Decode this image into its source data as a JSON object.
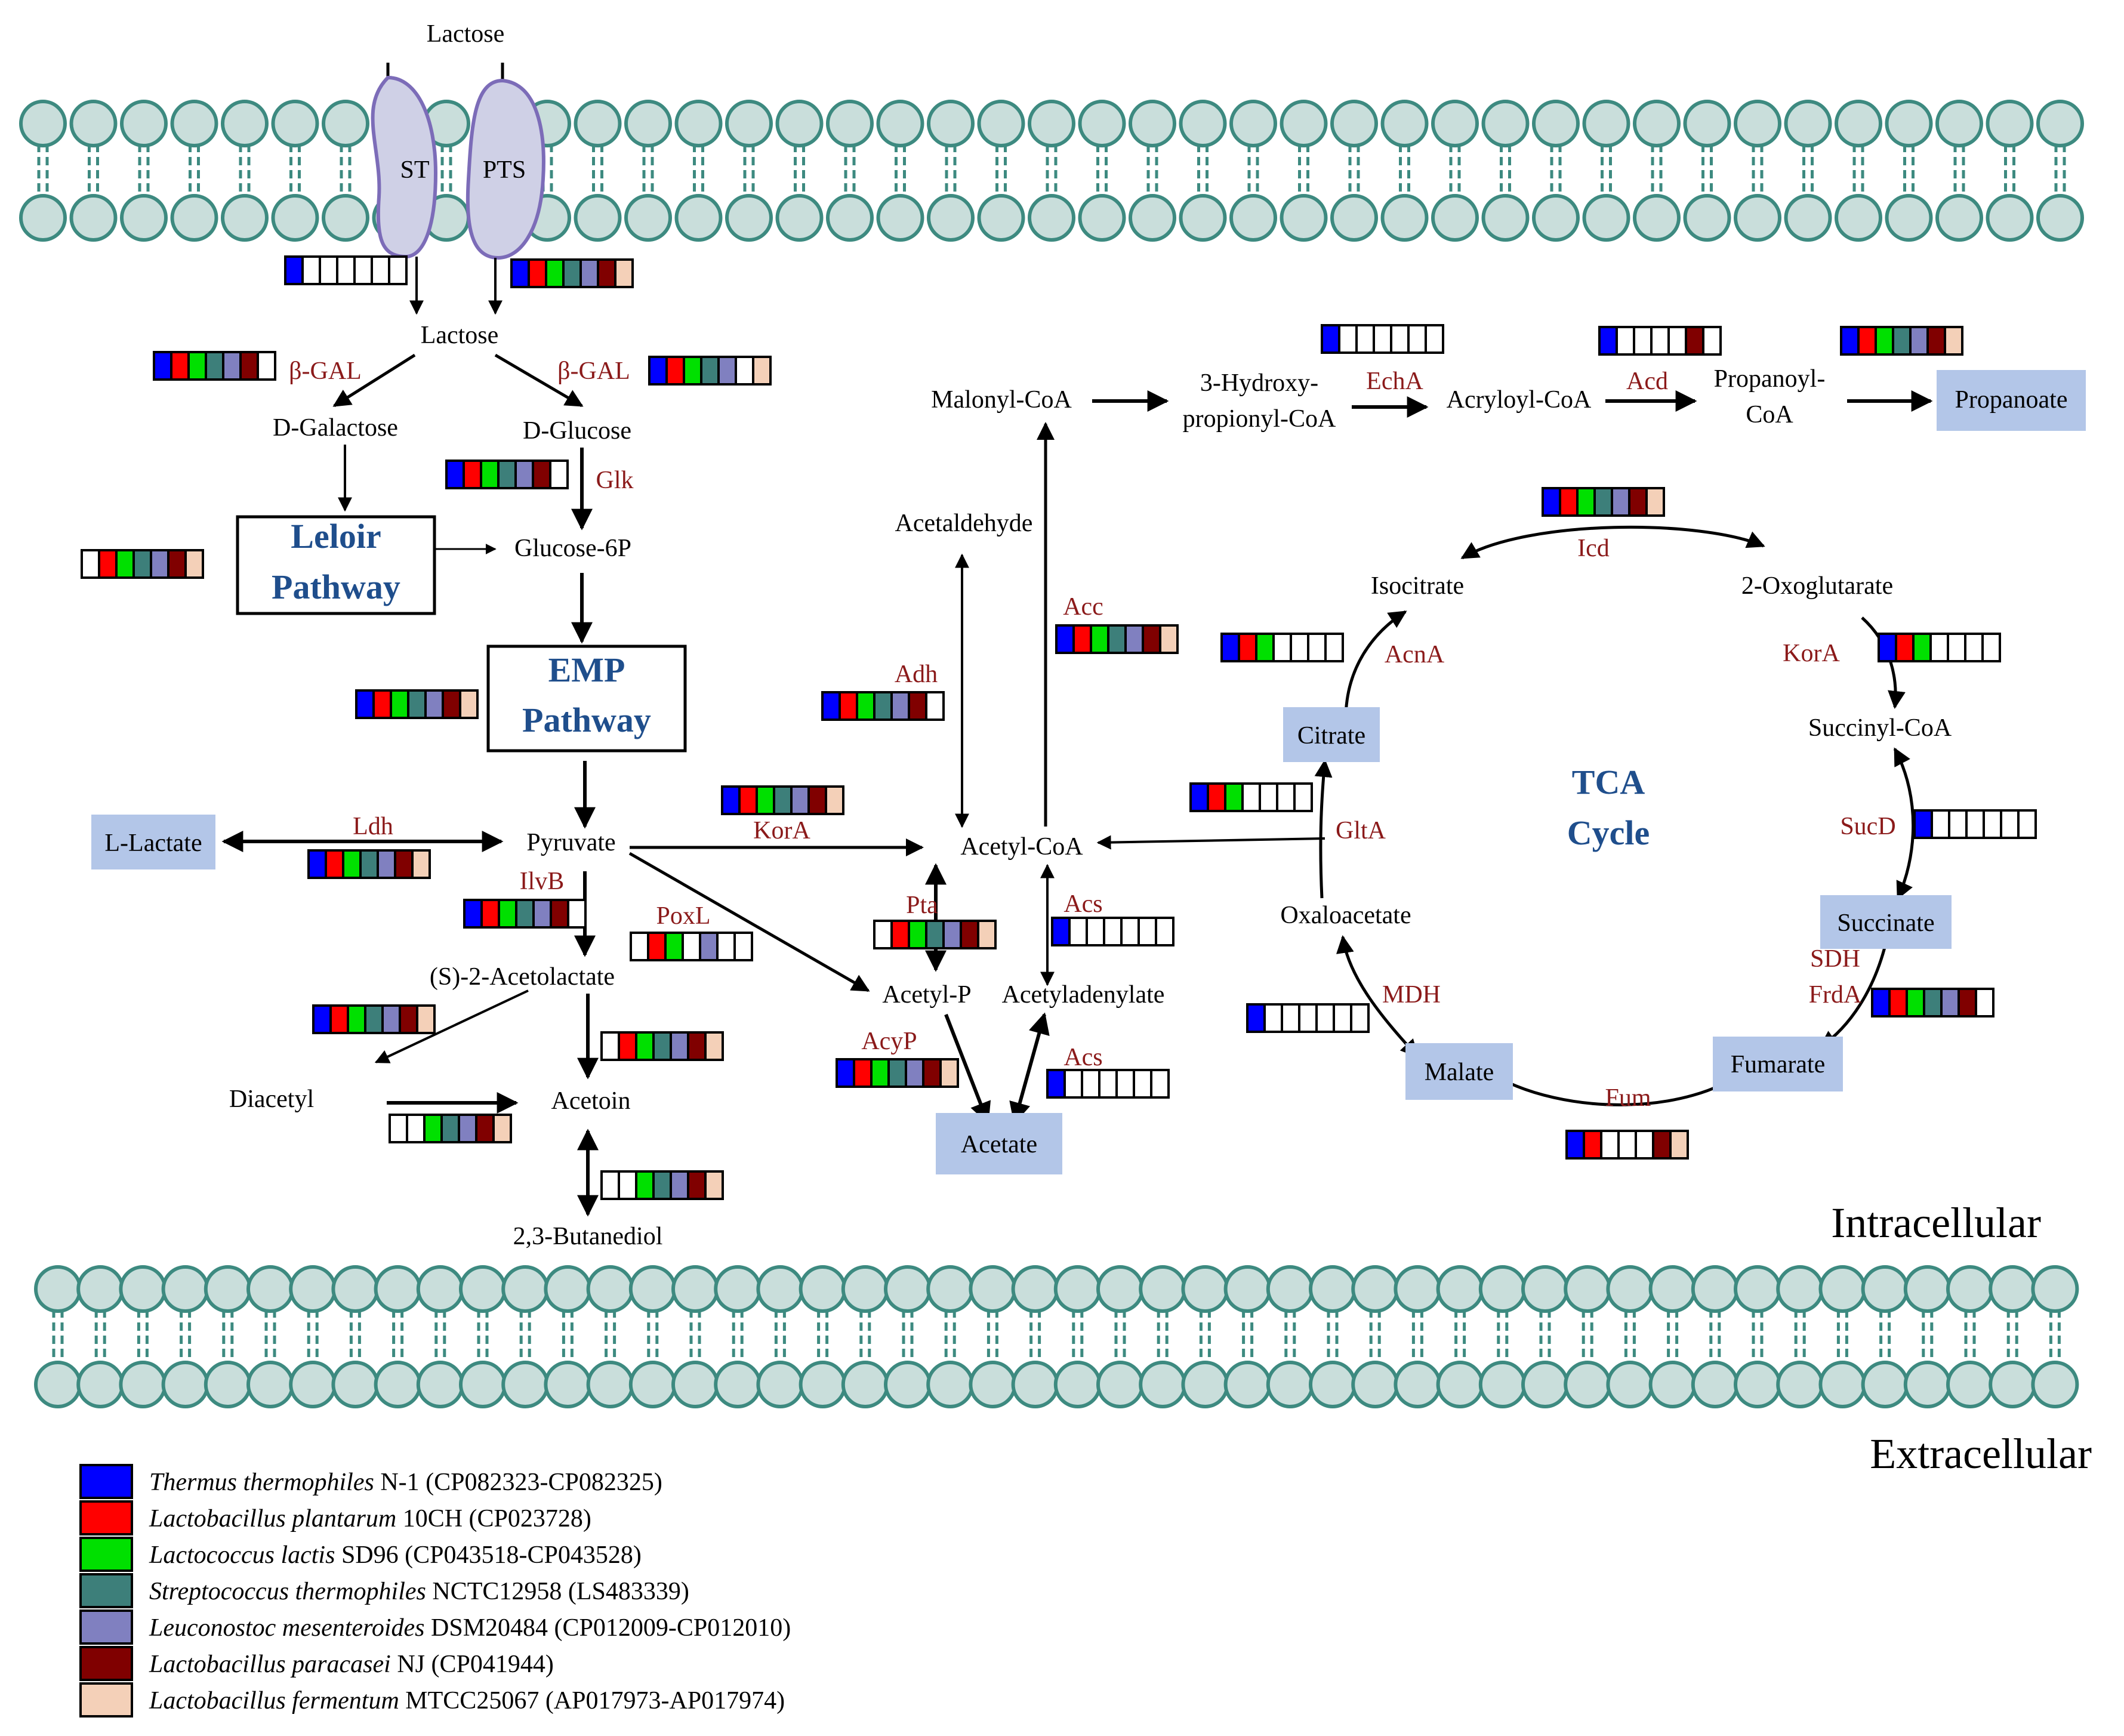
{
  "colors": {
    "membrane_fill": "#c9dedb",
    "membrane_stroke": "#3d8a80",
    "transporter_fill": "#cfd0e6",
    "transporter_stroke": "#7c6cb8",
    "enzyme_text": "#8b1a1a",
    "pathway_text": "#1f4e8c",
    "product_box": "#b3c6e8"
  },
  "species": [
    {
      "color": "#0000ff",
      "name": "Thermus thermophiles",
      "rest": " N-1  (CP082323-CP082325)"
    },
    {
      "color": "#ff0000",
      "name": "Lactobacillus plantarum",
      "rest": " 10CH (CP023728)"
    },
    {
      "color": "#00e000",
      "name": "Lactococcus lactis",
      "rest": " SD96 (CP043518-CP043528)"
    },
    {
      "color": "#3d7f7a",
      "name": "Streptococcus thermophiles",
      "rest": " NCTC12958 (LS483339)"
    },
    {
      "color": "#8080c0",
      "name": "Leuconostoc mesenteroides",
      "rest": " DSM20484 (CP012009-CP012010)"
    },
    {
      "color": "#800000",
      "name": "Lactobacillus paracasei",
      "rest": " NJ (CP041944)"
    },
    {
      "color": "#f4d0b8",
      "name": "Lactobacillus fermentum",
      "rest": " MTCC25067 (AP017973-AP017974)"
    }
  ],
  "zones": {
    "intracellular": "Intracellular",
    "extracellular": "Extracellular"
  },
  "transporters": {
    "st": "ST",
    "pts": "PTS"
  },
  "pathways": {
    "leloir": [
      "Leloir",
      "Pathway"
    ],
    "emp": [
      "EMP",
      "Pathway"
    ],
    "tca": [
      "TCA",
      "Cycle"
    ]
  },
  "metabolites": {
    "lactose_out": "Lactose",
    "lactose_in": "Lactose",
    "d_galactose": "D-Galactose",
    "d_glucose": "D-Glucose",
    "glucose_6p": "Glucose-6P",
    "pyruvate": "Pyruvate",
    "acetolactate": "(S)-2-Acetolactate",
    "diacetyl": "Diacetyl",
    "acetoin": "Acetoin",
    "butanediol": "2,3-Butanediol",
    "acetaldehyde": "Acetaldehyde",
    "malonyl_coa": "Malonyl-CoA",
    "hydroxypropionyl": [
      "3-Hydroxy-",
      "propionyl-CoA"
    ],
    "acryloyl_coa": "Acryloyl-CoA",
    "propanoyl_coa": [
      "Propanoyl-",
      "CoA"
    ],
    "acetyl_coa": "Acetyl-CoA",
    "acetyl_p": "Acetyl-P",
    "acetyladenylate": "Acetyladenylate",
    "isocitrate": "Isocitrate",
    "oxoglutarate": "2-Oxoglutarate",
    "succinyl_coa": "Succinyl-CoA",
    "oxaloacetate": "Oxaloacetate"
  },
  "products": {
    "l_lactate": "L-Lactate",
    "acetate": "Acetate",
    "propanoate": "Propanoate",
    "citrate": "Citrate",
    "succinate": "Succinate",
    "fumarate": "Fumarate",
    "malate": "Malate"
  },
  "enzymes": {
    "bgal_left": "β-GAL",
    "bgal_right": "β-GAL",
    "glk": "Glk",
    "ldh": "Ldh",
    "ilvb": "IlvB",
    "poxl": "PoxL",
    "kora_pyr": "KorA",
    "adh": "Adh",
    "acc": "Acc",
    "pta": "Pta",
    "acyp": "AcyP",
    "acs_top": "Acs",
    "acs_bot": "Acs",
    "echa": "EchA",
    "acd": "Acd",
    "icd": "Icd",
    "acna": "AcnA",
    "kora_tca": "KorA",
    "glta": "GltA",
    "sucd": "SucD",
    "sdh": "SDH",
    "frda": "FrdA",
    "mdh": "MDH",
    "fum": "Fum"
  },
  "presence": {
    "st": [
      1,
      0,
      0,
      0,
      0,
      0,
      0
    ],
    "pts": [
      1,
      1,
      1,
      1,
      1,
      1,
      1
    ],
    "bgal_left": [
      1,
      1,
      1,
      1,
      1,
      1,
      0
    ],
    "bgal_right": [
      1,
      1,
      1,
      1,
      1,
      0,
      1
    ],
    "glk": [
      1,
      1,
      1,
      1,
      1,
      1,
      0
    ],
    "leloir": [
      0,
      1,
      1,
      1,
      1,
      1,
      1
    ],
    "emp": [
      1,
      1,
      1,
      1,
      1,
      1,
      1
    ],
    "ldh": [
      1,
      1,
      1,
      1,
      1,
      1,
      1
    ],
    "ilvb": [
      1,
      1,
      1,
      1,
      1,
      1,
      0
    ],
    "acetolactate_diacetyl": [
      1,
      1,
      1,
      1,
      1,
      1,
      1
    ],
    "acetolactate_acetoin": [
      0,
      1,
      1,
      1,
      1,
      1,
      1
    ],
    "diacetyl_acetoin": [
      0,
      0,
      1,
      1,
      1,
      1,
      1
    ],
    "butanediol": [
      0,
      0,
      1,
      1,
      1,
      1,
      1
    ],
    "poxl": [
      0,
      1,
      1,
      0,
      1,
      0,
      0
    ],
    "kora_pyr": [
      1,
      1,
      1,
      1,
      1,
      1,
      1
    ],
    "adh": [
      1,
      1,
      1,
      1,
      1,
      1,
      0
    ],
    "acc": [
      1,
      1,
      1,
      1,
      1,
      1,
      1
    ],
    "pta": [
      0,
      1,
      1,
      1,
      1,
      1,
      1
    ],
    "acyp": [
      1,
      1,
      1,
      1,
      1,
      1,
      1
    ],
    "acs_top": [
      1,
      0,
      0,
      0,
      0,
      0,
      0
    ],
    "acs_bot": [
      1,
      0,
      0,
      0,
      0,
      0,
      0
    ],
    "echa": [
      1,
      0,
      0,
      0,
      0,
      0,
      0
    ],
    "acd": [
      1,
      0,
      0,
      0,
      0,
      1,
      0
    ],
    "propanoate": [
      1,
      1,
      1,
      1,
      1,
      1,
      1
    ],
    "icd": [
      1,
      1,
      1,
      1,
      1,
      1,
      1
    ],
    "acna": [
      1,
      1,
      1,
      0,
      0,
      0,
      0
    ],
    "kora_tca": [
      1,
      1,
      1,
      0,
      0,
      0,
      0
    ],
    "glta": [
      1,
      1,
      1,
      0,
      0,
      0,
      0
    ],
    "sucd": [
      1,
      0,
      0,
      0,
      0,
      0,
      0
    ],
    "sdh": [
      1,
      1,
      1,
      1,
      1,
      1,
      0
    ],
    "mdh": [
      1,
      0,
      0,
      0,
      0,
      0,
      0
    ],
    "fum": [
      1,
      1,
      0,
      0,
      0,
      1,
      1
    ]
  }
}
